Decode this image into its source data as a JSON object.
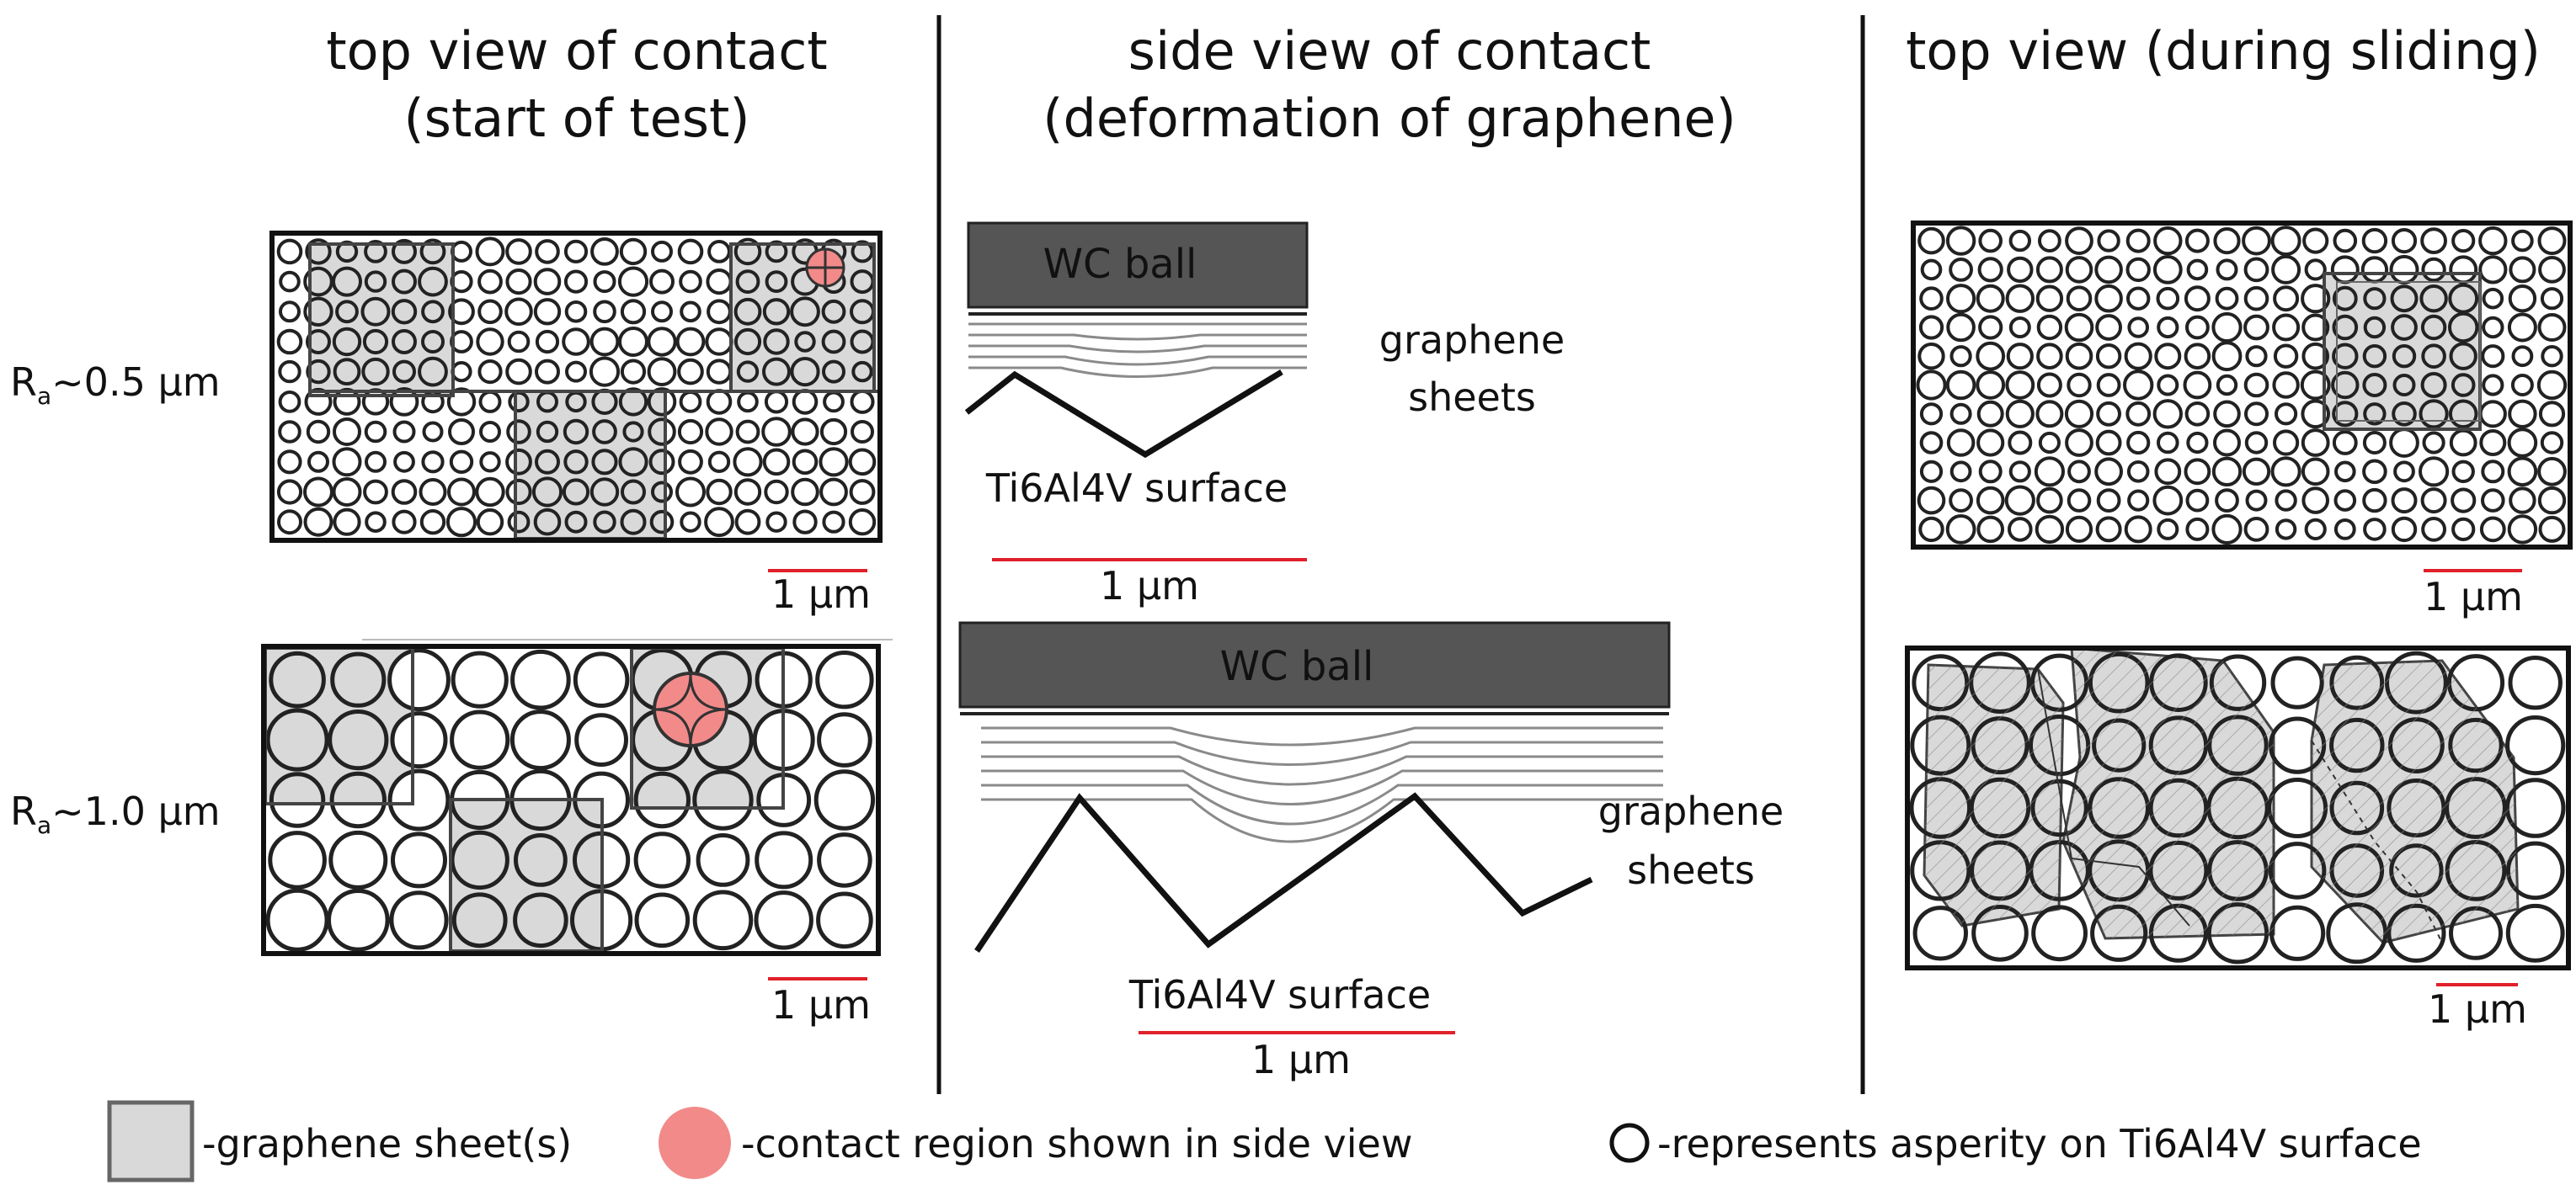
{
  "colors": {
    "sheet": "#d9d9d9",
    "contact": "#f28a8a",
    "ball": "#555555",
    "scale_bar": "#e0202a",
    "line": "#111111",
    "sheet_line": "#8a8a8a"
  },
  "columns": {
    "left": {
      "title_line1": "top view of contact",
      "title_line2": "(start of test)"
    },
    "middle": {
      "title_line1": "side view of contact",
      "title_line2": "(deformation of graphene)"
    },
    "right": {
      "title_line1": "top view (during sliding)"
    }
  },
  "rows": {
    "row1": {
      "roughness_prefix": "R",
      "roughness_sub": "a",
      "roughness_value": "~0.5 µm"
    },
    "row2": {
      "roughness_prefix": "R",
      "roughness_sub": "a",
      "roughness_value": "~1.0 µm"
    }
  },
  "side_view": {
    "ball_label": "WC ball",
    "sheets_line1": "graphene",
    "sheets_line2": "sheets",
    "surface_label": "Ti6Al4V surface"
  },
  "scale_bar_label": "1 µm",
  "legend": {
    "sheet": "-graphene sheet(s)",
    "contact": "-contact region shown in side view",
    "asperity": "-represents asperity on Ti6Al4V surface"
  }
}
